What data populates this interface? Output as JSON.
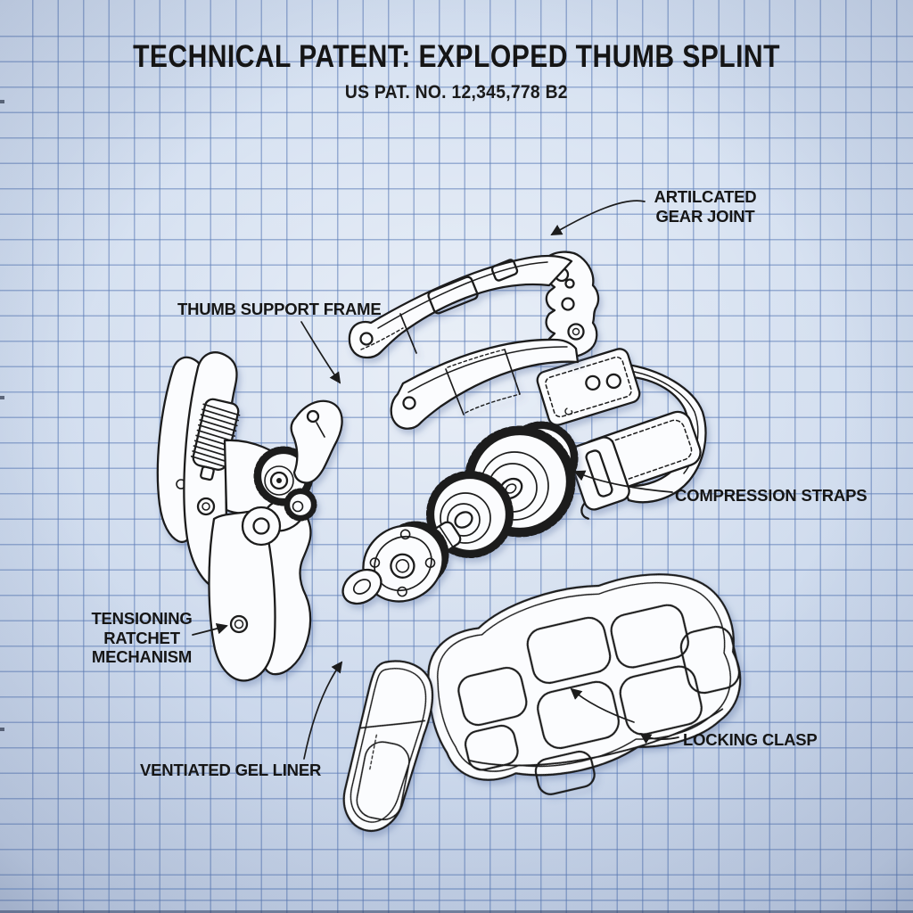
{
  "document": {
    "title": "TECHNICAL PATENT: EXPLOPED THUMB SPLINT",
    "patent_number": "US PAT. NO. 12,345,778 B2"
  },
  "labels": {
    "gear_joint": {
      "lines": [
        "ARTILCATED",
        "GEAR JOINT"
      ]
    },
    "thumb_frame": {
      "lines": [
        "THUMB SUPPORT FRAME"
      ]
    },
    "compression_straps": {
      "lines": [
        "COMPRESSION STRAPS"
      ]
    },
    "ratchet": {
      "lines": [
        "TENSIONING",
        "RATCHET",
        "MECHANISM"
      ]
    },
    "gel_liner": {
      "lines": [
        "VENTIATED GEL LINER"
      ]
    },
    "locking_clasp": {
      "lines": [
        "LOCKING CLASP"
      ]
    }
  },
  "style": {
    "paper_color": "#d0dcee",
    "grid_color": "#7d98c6",
    "ink_color": "#1c1c1c",
    "part_fill": "#fbfcfe"
  }
}
